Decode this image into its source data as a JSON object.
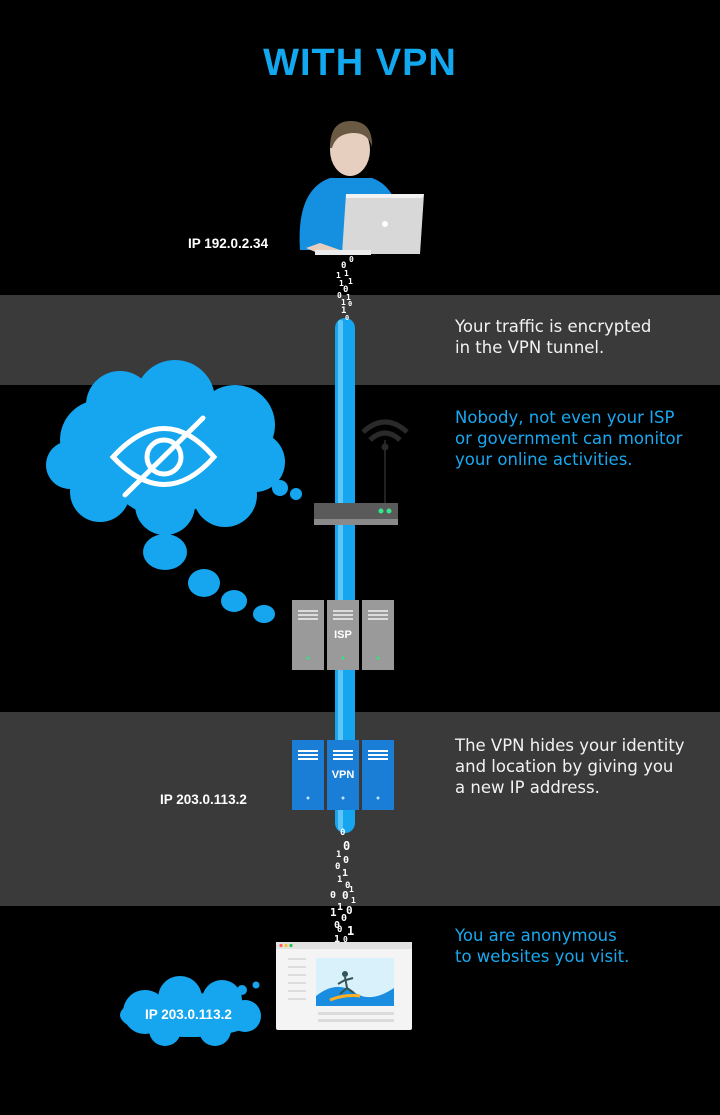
{
  "title": "WITH VPN",
  "captions": {
    "encrypted": "Your traffic is encrypted\nin the VPN tunnel.",
    "nobody": "Nobody, not even your ISP\nor government can monitor\nyour online activities.",
    "hides": "The VPN hides your identity\nand location by giving you\na new IP address.",
    "anonymous": "You are anonymous\nto websites you visit."
  },
  "ips": {
    "user": "IP 192.0.2.34",
    "vpn_server": "IP 203.0.113.2",
    "website_view": "IP 203.0.113.2"
  },
  "servers": {
    "isp_label": "ISP",
    "vpn_label": "VPN"
  },
  "bits": {
    "top": [
      "0",
      "0",
      "1",
      "1",
      "1",
      "1",
      "0",
      "0",
      "1",
      "1",
      "0",
      "1",
      "0"
    ],
    "bottom": [
      "0",
      "0",
      "1",
      "0",
      "0",
      "1",
      "1",
      "0",
      "1",
      "0",
      "0",
      "1",
      "1",
      "0",
      "1",
      "0",
      "0",
      "1",
      "0",
      "1",
      "0"
    ]
  },
  "colors": {
    "accent": "#12a8f0",
    "band": "#3a3a3a",
    "background": "#000000"
  },
  "icons": {
    "person": "person-with-laptop-icon",
    "eye": "crossed-out-eye-icon",
    "router": "wifi-router-icon",
    "isp": "isp-server-rack-icon",
    "vpn": "vpn-server-rack-icon",
    "website": "browser-window-icon"
  }
}
